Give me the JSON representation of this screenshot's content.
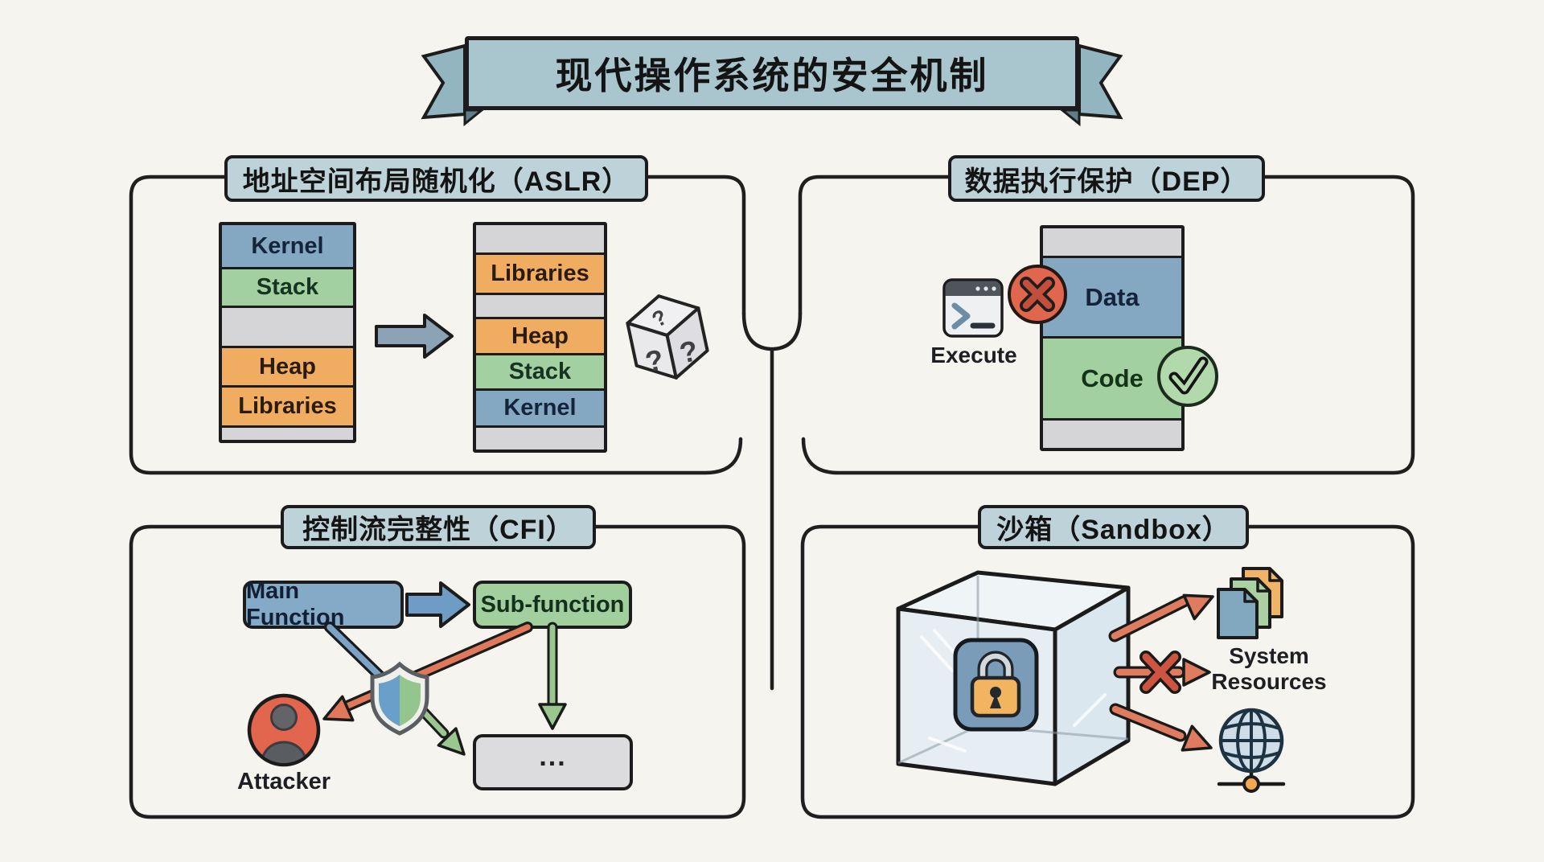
{
  "title": "现代操作系统的安全机制",
  "aslr": {
    "header": "地址空间布局随机化（ASLR）",
    "before": {
      "rows": [
        {
          "label": "Kernel"
        },
        {
          "label": "Stack"
        },
        {
          "label": ""
        },
        {
          "label": "Heap"
        },
        {
          "label": "Libraries"
        },
        {
          "label": ""
        }
      ]
    },
    "after": {
      "rows": [
        {
          "label": ""
        },
        {
          "label": "Libraries"
        },
        {
          "label": ""
        },
        {
          "label": "Heap"
        },
        {
          "label": "Stack"
        },
        {
          "label": "Kernel"
        },
        {
          "label": ""
        }
      ]
    },
    "dice_marks": [
      "?",
      "?",
      "?"
    ]
  },
  "dep": {
    "header": "数据执行保护（DEP）",
    "execute_label": "Execute",
    "data_label": "Data",
    "code_label": "Code"
  },
  "cfi": {
    "header": "控制流完整性（CFI）",
    "main_function": "Main Function",
    "sub_function": "Sub-function",
    "ellipsis": "...",
    "attacker": "Attacker"
  },
  "sandbox": {
    "header": "沙箱（Sandbox）",
    "system_resources": "System Resources"
  },
  "colors": {
    "background": "#f6f4ee",
    "ink": "#1f1f1f",
    "banner_blue": "#a9c6cf",
    "header_blue": "#bed3d9",
    "kernel_blue": "#84a7c2",
    "stack_green": "#a3d0a0",
    "heap_orange": "#f0ac60",
    "free_gray": "#d5d5d8",
    "block_arrow_blue": "#8ba3b4",
    "cfi_arrow_blue": "#6f9cc4",
    "cfi_arrow_green": "#9ac790",
    "attack_red": "#e2664d",
    "sandbox_arrow_red": "#df7b5f",
    "lock_badge_blue": "#7b9cb8",
    "lock_body_orange": "#f2b45f",
    "check_green": "#b2d9ac",
    "deny_red": "#e0664e"
  }
}
